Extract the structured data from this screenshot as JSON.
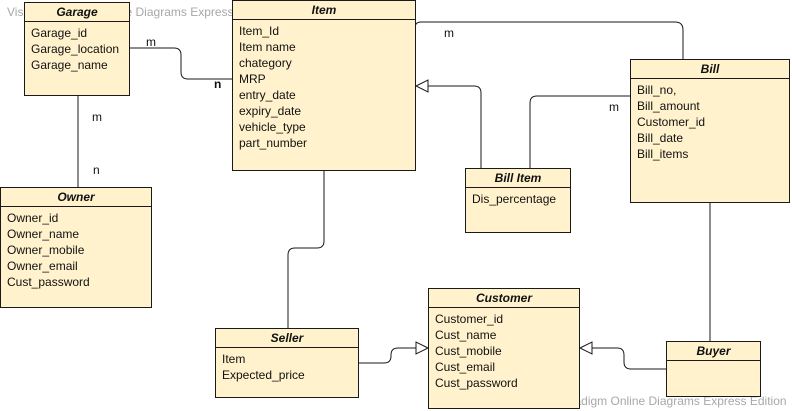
{
  "watermark": {
    "top": "Visual Paradigm Online Diagrams Express Edition",
    "bottom": "Visual Paradigm Online Diagrams Express Edition"
  },
  "entities": {
    "garage": {
      "title": "Garage",
      "attrs": [
        "Garage_id",
        "Garage_location",
        "Garage_name"
      ]
    },
    "item": {
      "title": "Item",
      "attrs": [
        "Item_Id",
        "Item name",
        "chategory",
        "MRP",
        "entry_date",
        "expiry_date",
        "vehicle_type",
        "part_number"
      ]
    },
    "bill": {
      "title": "Bill",
      "attrs": [
        "Bill_no,",
        "Bill_amount",
        "Customer_id",
        "Bill_date",
        "Bill_items"
      ]
    },
    "owner": {
      "title": "Owner",
      "attrs": [
        "Owner_id",
        "Owner_name",
        "Owner_mobile",
        "Owner_email",
        "Cust_password"
      ]
    },
    "billitem": {
      "title": "Bill Item",
      "attrs": [
        "Dis_percentage"
      ]
    },
    "customer": {
      "title": "Customer",
      "attrs": [
        "Customer_id",
        "Cust_name",
        "Cust_mobile",
        "Cust_email",
        "Cust_password"
      ]
    },
    "seller": {
      "title": "Seller",
      "attrs": [
        "Item",
        "Expected_price"
      ]
    },
    "buyer": {
      "title": "Buyer",
      "attrs": []
    }
  },
  "multiplicities": {
    "garage_item_m": "m",
    "garage_item_n": "n",
    "garage_owner_m": "m",
    "garage_owner_n": "n",
    "item_bill_m": "m",
    "billitem_bill_m": "m"
  }
}
